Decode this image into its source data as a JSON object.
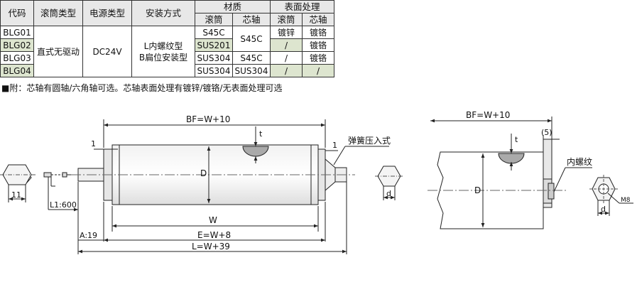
{
  "table": {
    "headers": {
      "code": "代码",
      "drum_type": "滚筒类型",
      "power_type": "电源类型",
      "install": "安装方式",
      "material": "材质",
      "surface": "表面处理",
      "drum": "滚筒",
      "shaft": "芯轴",
      "drum2": "滚筒",
      "shaft2": "芯轴"
    },
    "codes": [
      "BLG01",
      "BLG02",
      "BLG03",
      "BLG04"
    ],
    "drum_type_value": "直式无驱动",
    "power_value": "DC24V",
    "install_line1": "L内螺纹型",
    "install_line2": "B扁位安装型",
    "material_drum": [
      "S45C",
      "SUS201",
      "SUS304",
      "SUS304"
    ],
    "material_shaft_merged": "S45C",
    "material_shaft_row3": "S45C",
    "material_shaft_row4": "SUS304",
    "surface_drum": [
      "镀锌",
      "/",
      "/",
      "/"
    ],
    "surface_shaft": [
      "镀铬",
      "镀铬",
      "镀铬",
      "/"
    ]
  },
  "note": "■附：芯轴有圆轴/六角轴可选。芯轴表面处理有镀锌/镀铬/无表面处理可选",
  "drawing": {
    "bf": "BF=W+10",
    "bf_right": "BF=W+10",
    "one_left": "1",
    "one_right": "1",
    "t_left": "t",
    "t_right": "t",
    "spring": "弹簧压入式",
    "d_center": "D",
    "d_center_right": "D",
    "w": "W",
    "e": "E=W+8",
    "l": "L=W+39",
    "a": "A:19",
    "l1": "L1:600",
    "hex_left": "11",
    "hex_right_d": "d",
    "five": "(5)",
    "inner_thread": "内螺纹",
    "m8": "M8",
    "hex_far_d": "d"
  }
}
